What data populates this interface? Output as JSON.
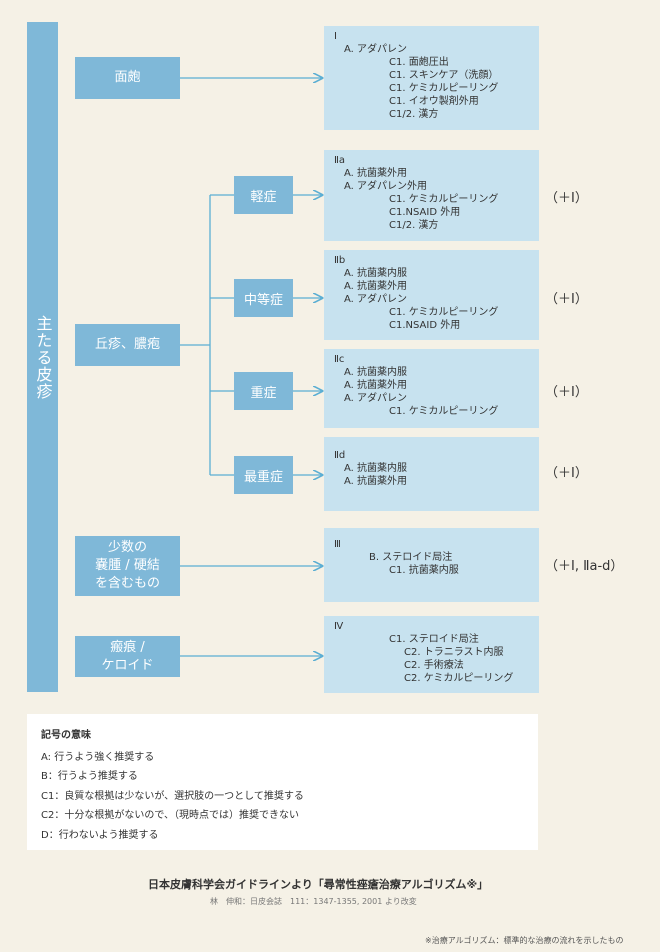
{
  "main_label": "主たる皮疹",
  "categories": {
    "comedo": "面皰",
    "papule": "丘疹、膿疱",
    "nodule": [
      "少数の",
      "嚢腫 / 硬結",
      "を含むもの"
    ],
    "scar": [
      "瘢痕 /",
      "ケロイド"
    ]
  },
  "severities": {
    "mild": "軽症",
    "moderate": "中等症",
    "severe": "重症",
    "very_severe": "最重症"
  },
  "treatments": {
    "t1": {
      "level": "Ⅰ",
      "lines": [
        "A. アダパレン",
        "C1. 面皰圧出",
        "C1. スキンケア（洗顔）",
        "C1. ケミカルピーリング",
        "C1. イオウ製剤外用",
        "C1/2. 漢方"
      ]
    },
    "t2a": {
      "level": "Ⅱa",
      "lines": [
        "A. 抗菌薬外用",
        "A. アダパレン外用",
        "C1. ケミカルピーリング",
        "C1.NSAID 外用",
        "C1/2. 漢方"
      ]
    },
    "t2b": {
      "level": "Ⅱb",
      "lines": [
        "A. 抗菌薬内服",
        "A. 抗菌薬外用",
        "A. アダパレン",
        "C1. ケミカルピーリング",
        "C1.NSAID 外用"
      ]
    },
    "t2c": {
      "level": "Ⅱc",
      "lines": [
        "A. 抗菌薬内服",
        "A. 抗菌薬外用",
        "A. アダパレン",
        "C1. ケミカルピーリング"
      ]
    },
    "t2d": {
      "level": "Ⅱd",
      "lines": [
        "A. 抗菌薬内服",
        "A. 抗菌薬外用"
      ]
    },
    "t3": {
      "level": "Ⅲ",
      "lines": [
        "B. ステロイド局注",
        "C1. 抗菌薬内服"
      ]
    },
    "t4": {
      "level": "Ⅳ",
      "lines": [
        "C1. ステロイド局注",
        "C2. トラニラスト内服",
        "C2. 手術療法",
        "C2. ケミカルピーリング"
      ]
    }
  },
  "plus": {
    "p2a": "（＋Ⅰ）",
    "p2b": "（＋Ⅰ）",
    "p2c": "（＋Ⅰ）",
    "p2d": "（＋Ⅰ）",
    "p3": "（＋Ⅰ, Ⅱa-d）"
  },
  "legend": {
    "title": "記号の意味",
    "items": [
      "A: 行うよう強く推奨する",
      "B：行うよう推奨する",
      "C1：良質な根拠は少ないが、選択肢の一つとして推奨する",
      "C2：十分な根拠がないので、（現時点では）推奨できない",
      "D：行わないよう推奨する"
    ]
  },
  "source": {
    "title": "日本皮膚科学会ガイドラインより「尋常性痤瘡治療アルゴリズム※」",
    "citation": "林　伸和：日皮会誌　111：1347-1355, 2001 より改変"
  },
  "footnote": "※治療アルゴリズム：標準的な治療の流れを示したもの",
  "colors": {
    "bar": "#7fb8d8",
    "treatment_box": "#c7e2ef",
    "line": "#5aaed3",
    "background": "#f5f1e6"
  }
}
